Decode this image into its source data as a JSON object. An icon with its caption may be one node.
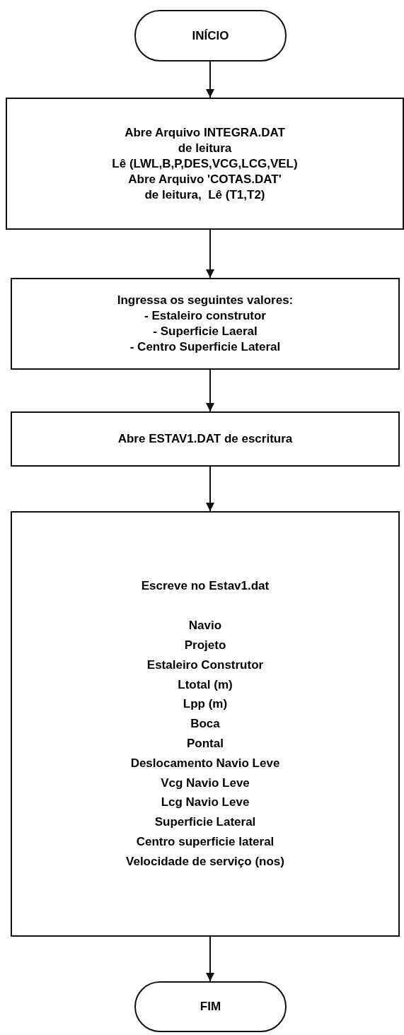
{
  "diagram": {
    "nodes": [
      {
        "text": [
          "INÍCIO"
        ]
      },
      {
        "text": [
          "Abre Arquivo INTEGRA.DAT",
          "de leitura",
          "Lê (LWL,B,P,DES,VCG,LCG,VEL)",
          "Abre Arquivo 'COTAS.DAT'",
          "de leitura,  Lê (T1,T2)"
        ]
      },
      {
        "text": [
          "Ingressa os seguintes valores:",
          "- Estaleiro construtor",
          "- Superficie Laeral",
          "- Centro Superficie Lateral"
        ]
      },
      {
        "text": [
          "Abre ESTAV1.DAT de escritura"
        ]
      },
      {
        "text": [
          "Escreve no Estav1.dat",
          "Navio",
          "Projeto",
          "Estaleiro Construtor",
          "Ltotal (m)",
          "Lpp (m)",
          "Boca",
          "Pontal",
          "Deslocamento Navio Leve",
          "Vcg Navio Leve",
          "Lcg Navio Leve",
          "Superficie Lateral",
          "Centro superficie lateral",
          "Velocidade de serviço (nos)"
        ]
      },
      {
        "text": [
          "FIM"
        ]
      }
    ],
    "edges": [
      {
        "from": 0,
        "to": 1,
        "arrow": "to"
      },
      {
        "from": 1,
        "to": 2,
        "arrow": "to"
      },
      {
        "from": 2,
        "to": 3,
        "arrow": "to"
      },
      {
        "from": 3,
        "to": 4,
        "arrow": "to"
      },
      {
        "from": 4,
        "to": 5,
        "arrow": "to"
      }
    ]
  }
}
